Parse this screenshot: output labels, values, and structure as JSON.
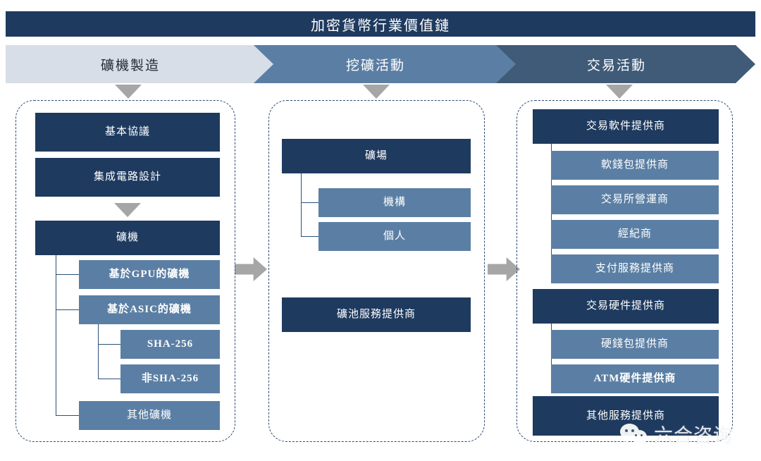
{
  "header": {
    "title": "加密貨幣行業價值鏈"
  },
  "stages": [
    {
      "label": "礦機製造",
      "color": "#d7dee7"
    },
    {
      "label": "挖礦活動",
      "color": "#5b7fa4"
    },
    {
      "label": "交易活動",
      "color": "#3f5b78"
    }
  ],
  "columns": {
    "mining_hardware": {
      "nodes": {
        "protocol": "基本協議",
        "ic_design": "集成電路設計",
        "miner": "礦機",
        "gpu_miner": "基於GPU的礦機",
        "asic_miner": "基於ASIC的礦機",
        "sha256": "SHA-256",
        "non_sha256": "非SHA-256",
        "other_miner": "其他礦機"
      }
    },
    "mining_activity": {
      "nodes": {
        "mining_farm": "礦場",
        "institution": "機構",
        "individual": "個人",
        "pool_service": "礦池服務提供商"
      }
    },
    "trading_activity": {
      "nodes": {
        "trade_software": "交易軟件提供商",
        "soft_wallet": "軟錢包提供商",
        "exchange_operator": "交易所營運商",
        "broker": "經紀商",
        "payment_service": "支付服務提供商",
        "trade_hardware": "交易硬件提供商",
        "hard_wallet": "硬錢包提供商",
        "atm_hardware": "ATM硬件提供商",
        "other_service": "其他服務提供商"
      }
    }
  },
  "watermark": {
    "text": "六合咨询",
    "icon": "wechat-icon"
  },
  "palette": {
    "dark_navy": "#1e3a5f",
    "mid_blue": "#5b7fa4",
    "light_blue": "#d7dee7",
    "slate": "#3f5b78",
    "arrow_gray": "#a6a6a6",
    "connector": "#2b5177"
  }
}
